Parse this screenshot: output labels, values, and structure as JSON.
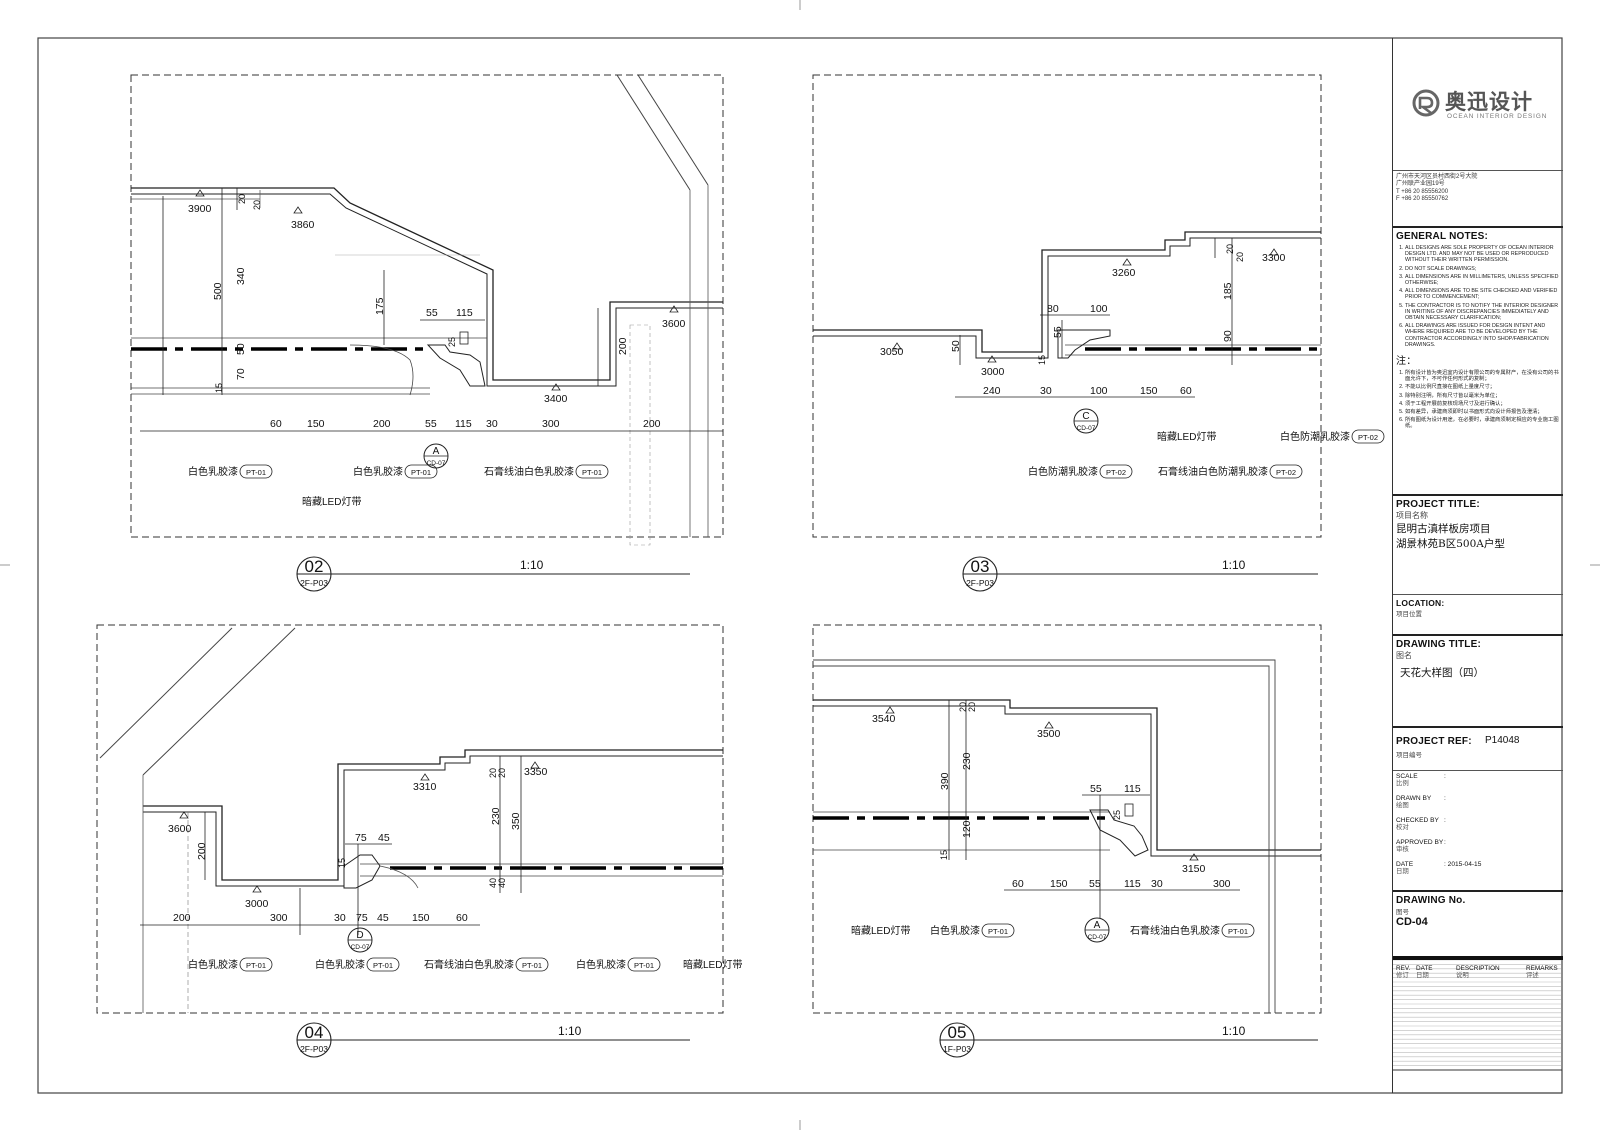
{
  "details": [
    {
      "number": "02",
      "sheet_ref": "2F-P03",
      "scale": "1:10",
      "levels": [
        "3900",
        "3860",
        "3600",
        "3400"
      ],
      "dims_vertical": [
        "500",
        "20",
        "20",
        "340",
        "175",
        "70",
        "50",
        "25",
        "15",
        "200"
      ],
      "dims_top": [
        "55",
        "115"
      ],
      "dims_bottom": [
        "60",
        "150",
        "200",
        "55",
        "115",
        "30",
        "300",
        "200"
      ],
      "callout": {
        "letter": "A",
        "ref": "CD-07"
      },
      "labels": [
        {
          "text": "白色乳胶漆",
          "tag": "PT-01"
        },
        {
          "text": "白色乳胶漆",
          "tag": "PT-01"
        },
        {
          "text": "石膏线油白色乳胶漆",
          "tag": "PT-01"
        },
        {
          "text": "暗藏LED灯带",
          "tag": ""
        }
      ]
    },
    {
      "number": "03",
      "sheet_ref": "2F-P03",
      "scale": "1:10",
      "levels": [
        "3300",
        "3260",
        "3050",
        "3000"
      ],
      "dims_vertical": [
        "20",
        "20",
        "185",
        "90",
        "55",
        "50",
        "15"
      ],
      "dims_top": [
        "80",
        "100"
      ],
      "dims_bottom": [
        "240",
        "30",
        "100",
        "150",
        "60"
      ],
      "callout": {
        "letter": "C",
        "ref": "CD-07"
      },
      "labels": [
        {
          "text": "暗藏LED灯带",
          "tag": ""
        },
        {
          "text": "白色防潮乳胶漆",
          "tag": "PT-02"
        },
        {
          "text": "白色防潮乳胶漆",
          "tag": "PT-02"
        },
        {
          "text": "石膏线油白色防潮乳胶漆",
          "tag": "PT-02"
        }
      ]
    },
    {
      "number": "04",
      "sheet_ref": "2F-P03",
      "scale": "1:10",
      "levels": [
        "3600",
        "3350",
        "3310",
        "3000"
      ],
      "dims_vertical": [
        "200",
        "20",
        "20",
        "230",
        "350",
        "40",
        "40",
        "15"
      ],
      "dims_top": [
        "75",
        "45"
      ],
      "dims_bottom": [
        "200",
        "300",
        "30",
        "75",
        "45",
        "150",
        "60"
      ],
      "callout": {
        "letter": "D",
        "ref": "CD-07"
      },
      "labels": [
        {
          "text": "白色乳胶漆",
          "tag": "PT-01"
        },
        {
          "text": "白色乳胶漆",
          "tag": "PT-01"
        },
        {
          "text": "石膏线油白色乳胶漆",
          "tag": "PT-01"
        },
        {
          "text": "白色乳胶漆",
          "tag": "PT-01"
        },
        {
          "text": "暗藏LED灯带",
          "tag": ""
        }
      ]
    },
    {
      "number": "05",
      "sheet_ref": "1F-P03",
      "scale": "1:10",
      "levels": [
        "3540",
        "3500",
        "3150"
      ],
      "dims_vertical": [
        "20",
        "20",
        "390",
        "230",
        "120",
        "25",
        "15"
      ],
      "dims_top": [
        "55",
        "115"
      ],
      "dims_bottom": [
        "60",
        "150",
        "55",
        "115",
        "30",
        "300"
      ],
      "callout": {
        "letter": "A",
        "ref": "CD-07"
      },
      "labels": [
        {
          "text": "暗藏LED灯带",
          "tag": ""
        },
        {
          "text": "白色乳胶漆",
          "tag": "PT-01"
        },
        {
          "text": "石膏线油白色乳胶漆",
          "tag": "PT-01"
        }
      ]
    }
  ],
  "title_block": {
    "logo_name": "奥迅设计",
    "logo_en": "OCEAN INTERIOR DESIGN",
    "address": [
      "广州市天河区员村西街2号大院",
      "广州联产业园19号",
      "T +86 20 85556200",
      "F +86 20 85550762"
    ],
    "general_notes_title": "GENERAL NOTES:",
    "general_notes": [
      "ALL DESIGNS ARE SOLE PROPERTY OF OCEAN INTERIOR DESIGN LTD. AND MAY NOT BE USED OR REPRODUCED WITHOUT THEIR WRITTEN PERMISSION.",
      "DO NOT SCALE DRAWINGS;",
      "ALL DIMENSIONS ARE IN MILLIMETERS, UNLESS SPECIFIED OTHERWISE;",
      "ALL DIMENSIONS ARE TO BE SITE CHECKED AND VERIFIED PRIOR TO COMMENCEMENT;",
      "THE CONTRACTOR IS TO NOTIFY THE INTERIOR DESIGNER IN WRITING OF ANY DISCREPANCIES IMMEDIATELY AND OBTAIN NECESSARY CLARIFICATION;",
      "ALL DRAWINGS ARE ISSUED FOR DESIGN INTENT AND WHERE REQUIRED ARE TO BE DEVELOPED BY THE CONTRACTOR ACCORDINGLY INTO SHOP/FABRICATION DRAWINGS."
    ],
    "cn_notes_title": "注：",
    "cn_notes": [
      "所有设计皆为奥迅室内设计有限公司的专属财产，在没有公司的书面允许下，不可作任何形式的复制；",
      "不能以比例尺直接在图纸上量度尺寸；",
      "除特别注明，所有尺寸皆以毫米为单位；",
      "须于工程开展前复核现场尺寸及进行确认；",
      "如有差异，承建商须即时以书面形式向设计师报告及澄清；",
      "所有图纸为设计用途，在必要时，承建商须制定相应的专业施工图纸。"
    ],
    "project_title_label": "PROJECT TITLE:",
    "project_title_sub": "项目名称",
    "project_title": [
      "昆明古滇样板房项目",
      "湖景林苑B区500A户型"
    ],
    "location_label": "LOCATION:",
    "location_sub": "项目位置",
    "drawing_title_label": "DRAWING  TITLE:",
    "drawing_title_sub": "图名",
    "drawing_title": "天花大样图（四）",
    "project_ref_label": "PROJECT REF:",
    "project_ref_sub": "项目编号",
    "project_ref": "P14048",
    "rows": [
      {
        "label": "SCALE",
        "sub": "比例",
        "value": ":"
      },
      {
        "label": "DRAWN BY",
        "sub": "绘图",
        "value": ":"
      },
      {
        "label": "CHECKED BY",
        "sub": "校对",
        "value": ":"
      },
      {
        "label": "APPROVED BY",
        "sub": "审核",
        "value": ":"
      },
      {
        "label": "DATE",
        "sub": "日期",
        "value": ": 2015-04-15"
      }
    ],
    "drawing_no_label": "DRAWING No.",
    "drawing_no_sub": "图号",
    "drawing_no": "CD-04",
    "rev_headers": [
      {
        "en": "REV.",
        "cn": "修订"
      },
      {
        "en": "DATE",
        "cn": "日期"
      },
      {
        "en": "DESCRIPTION",
        "cn": "说明"
      },
      {
        "en": "REMARKS",
        "cn": "评述"
      }
    ]
  }
}
